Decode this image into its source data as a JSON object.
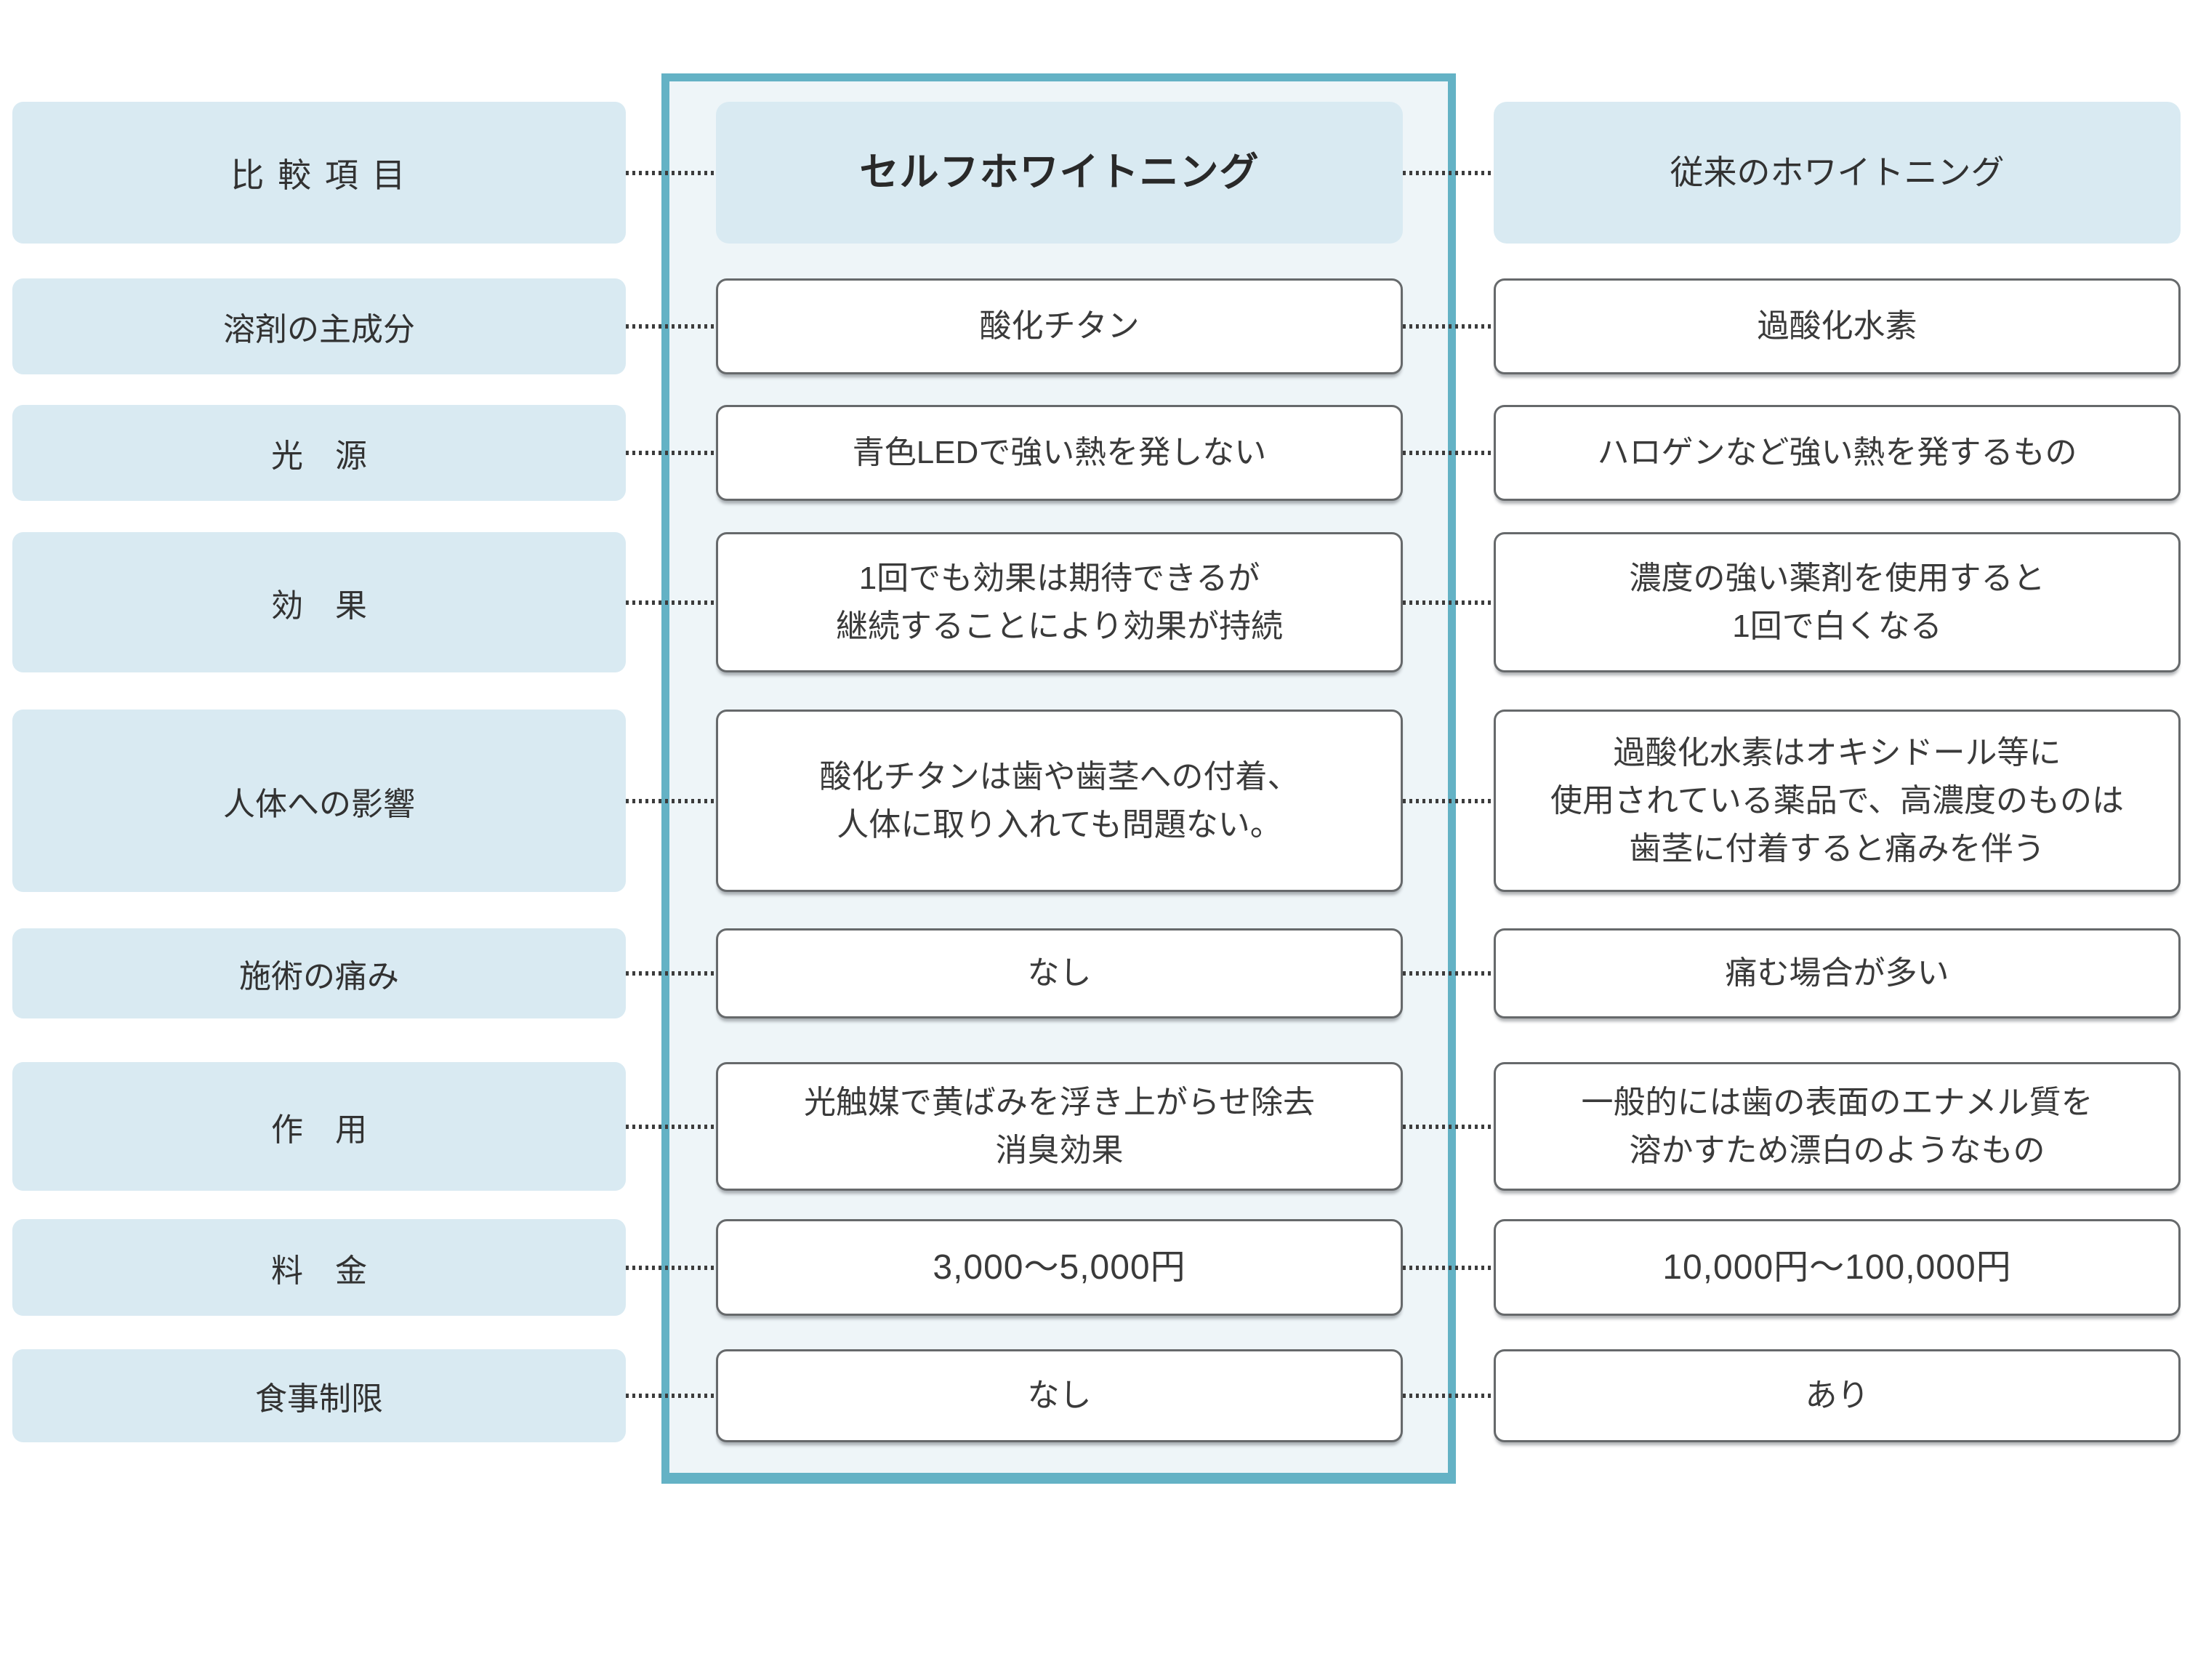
{
  "header": {
    "comparison": "比 較 項 目",
    "self": "セルフホワイトニング",
    "conventional": "従来のホワイトニング"
  },
  "rows": [
    {
      "label": "溶剤の主成分",
      "self": "酸化チタン",
      "conventional": "過酸化水素"
    },
    {
      "label": "光　源",
      "self": "青色LEDで強い熱を発しない",
      "conventional": "ハロゲンなど強い熱を発するもの"
    },
    {
      "label": "効　果",
      "self": "1回でも効果は期待できるが\n継続することにより効果が持続",
      "conventional": "濃度の強い薬剤を使用すると\n1回で白くなる"
    },
    {
      "label": "人体への影響",
      "self": "酸化チタンは歯や歯茎への付着、\n人体に取り入れても問題ない。",
      "conventional": "過酸化水素はオキシドール等に\n使用されている薬品で、高濃度のものは\n歯茎に付着すると痛みを伴う"
    },
    {
      "label": "施術の痛み",
      "self": "なし",
      "conventional": "痛む場合が多い"
    },
    {
      "label": "作　用",
      "self": "光触媒で黄ばみを浮き上がらせ除去\n消臭効果",
      "conventional": "一般的には歯の表面のエナメル質を\n溶かすため漂白のようなもの"
    },
    {
      "label": "料　金",
      "self": "3,000〜5,000円",
      "conventional": "10,000円〜100,000円"
    },
    {
      "label": "食事制限",
      "self": "なし",
      "conventional": "あり"
    }
  ],
  "colors": {
    "label_fill": "#d9eaf2",
    "panel_fill": "#eef5f8",
    "panel_border": "#64b2c5",
    "box_border": "#66696b",
    "text": "#3a3a3a",
    "connector_dot": "#3c3c3c"
  }
}
